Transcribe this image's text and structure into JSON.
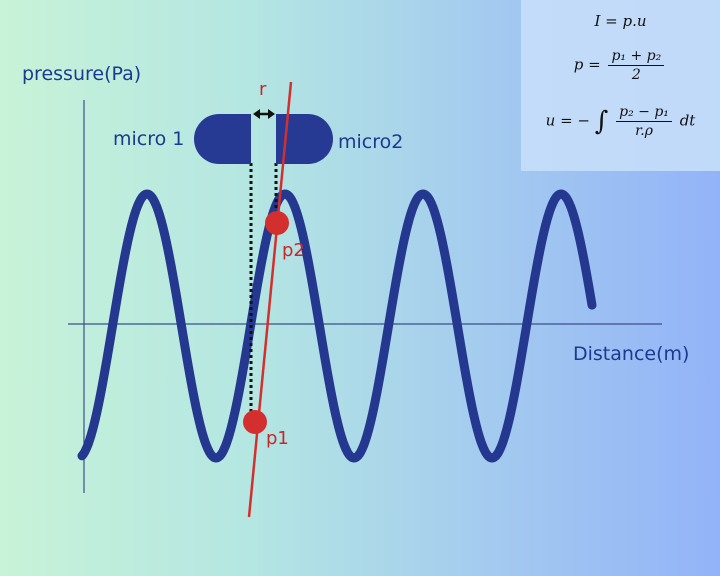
{
  "labels": {
    "y_axis": "pressure(Pa)",
    "x_axis": "Distance(m)",
    "mic1": "micro 1",
    "mic2": "micro2",
    "spacing": "r",
    "point1": "p1",
    "point2": "p2"
  },
  "formulas": {
    "intensity": "I = p.u",
    "pressure_lhs": "p =",
    "pressure_num": "p₁ + p₂",
    "pressure_den": "2",
    "velocity_lhs": "u = −",
    "velocity_num": "p₂ − p₁",
    "velocity_den": "r.ρ",
    "velocity_tail": "dt"
  },
  "colors": {
    "wave": "#24388f",
    "microphone": "#263a94",
    "gradient_line": "#d32f2f",
    "point": "#d32f2f",
    "axis": "#3a4f8a"
  },
  "icons": {
    "integral": "∫"
  }
}
